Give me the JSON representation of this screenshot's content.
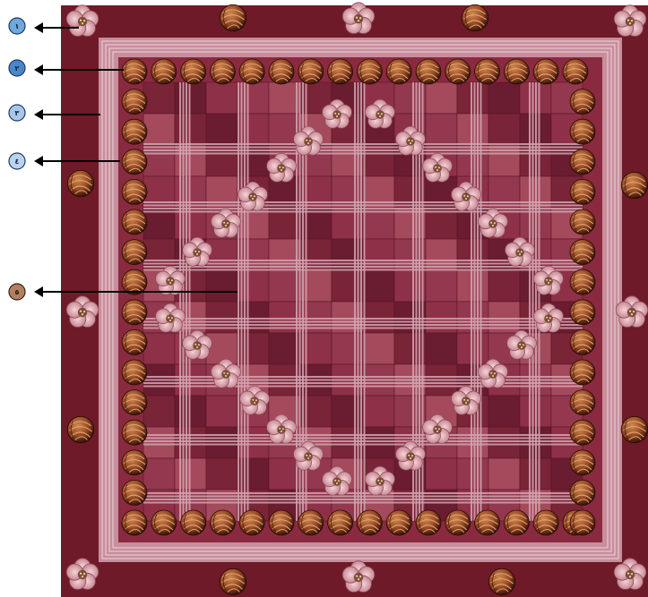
{
  "markers": [
    {
      "label": "١",
      "fill": "#6fa8dc"
    },
    {
      "label": "٢",
      "fill": "#4a86c8"
    },
    {
      "label": "٣",
      "fill": "#a9c6e8"
    },
    {
      "label": "٤",
      "fill": "#bcd3ee"
    },
    {
      "label": "٥",
      "fill": "#b08060"
    }
  ],
  "colors": {
    "blanket": "#6e1a28",
    "frame": "#c88e9c",
    "ground": "#8a2a40",
    "squares_light": "#a44a5c",
    "squares_dark": "#6a1c30",
    "strip": "#d4a4b0",
    "flower": "#d8a0a8",
    "flower_center": "#7a4a3a",
    "yarn": "#8a4a2a",
    "arrow": "#000000"
  },
  "icons": [
    "flower-icon",
    "yarn-ball-icon",
    "arrow-icon"
  ]
}
